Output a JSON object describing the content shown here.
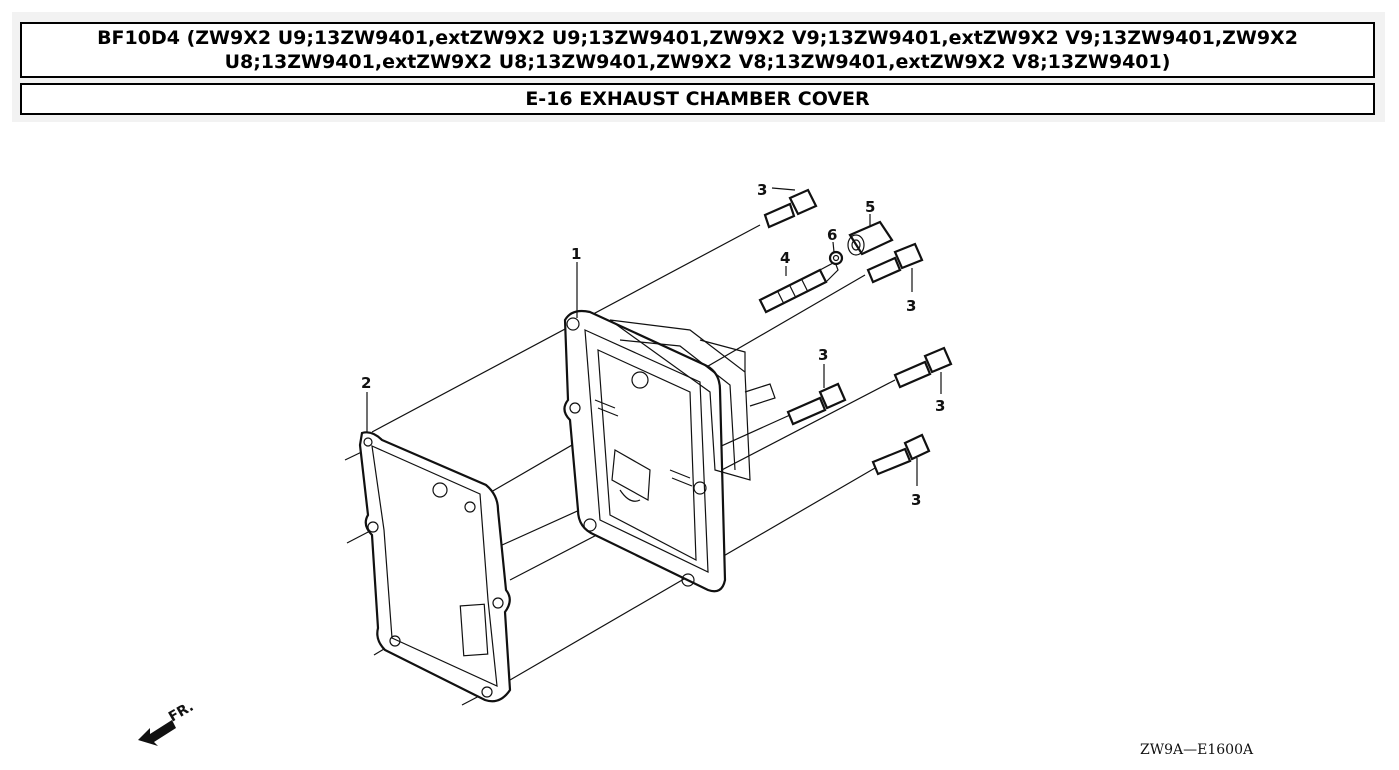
{
  "header": {
    "title": "BF10D4 (ZW9X2 U9;13ZW9401,extZW9X2 U9;13ZW9401,ZW9X2 V9;13ZW9401,extZW9X2 V9;13ZW9401,ZW9X2 U8;13ZW9401,extZW9X2 U8;13ZW9401,ZW9X2 V8;13ZW9401,extZW9X2 V8;13ZW9401)",
    "subtitle": "E-16 EXHAUST CHAMBER COVER"
  },
  "diagram": {
    "callouts": {
      "cover": "1",
      "gasket": "2",
      "bolt": "3",
      "pin": "4",
      "bushing": "5",
      "nut": "6"
    },
    "front_label": "FR.",
    "drawing_code": "ZW9A—E1600A"
  }
}
